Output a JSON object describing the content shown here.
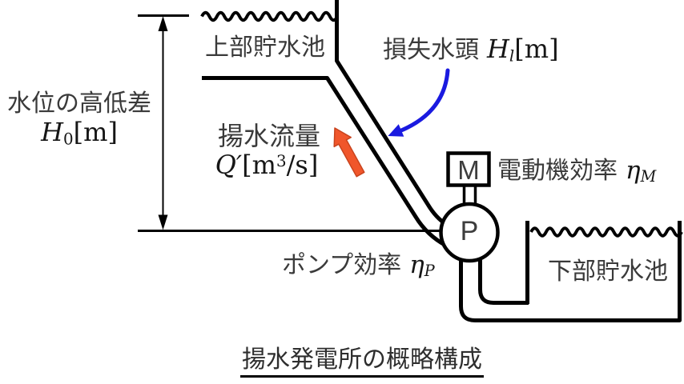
{
  "diagram": {
    "caption": "揚水発電所の概略構成",
    "upper_reservoir_label": "上部貯水池",
    "lower_reservoir_label": "下部貯水池",
    "height_diff": {
      "label": "水位の高低差",
      "sym": "H",
      "sub": "0",
      "unit": "[m]"
    },
    "head_loss": {
      "label": "損失水頭",
      "sym": "H",
      "sub": "l",
      "unit": "[m]"
    },
    "pump_flow": {
      "label": "揚水流量",
      "sym": "Q′",
      "unit_open": "[m",
      "sup": "3",
      "unit_close": "/s]"
    },
    "motor": {
      "symbol": "M",
      "label": "電動機効率",
      "sym": "η",
      "sub": "M"
    },
    "pump": {
      "symbol": "P",
      "label": "ポンプ効率",
      "sym": "η",
      "sub": "P"
    },
    "colors": {
      "line": "#000000",
      "label_text": "#3a3a3a",
      "flow_arrow_fill": "#f0562b",
      "flow_arrow_edge": "#c8431d",
      "loss_arrow": "#1a1ae0"
    }
  }
}
